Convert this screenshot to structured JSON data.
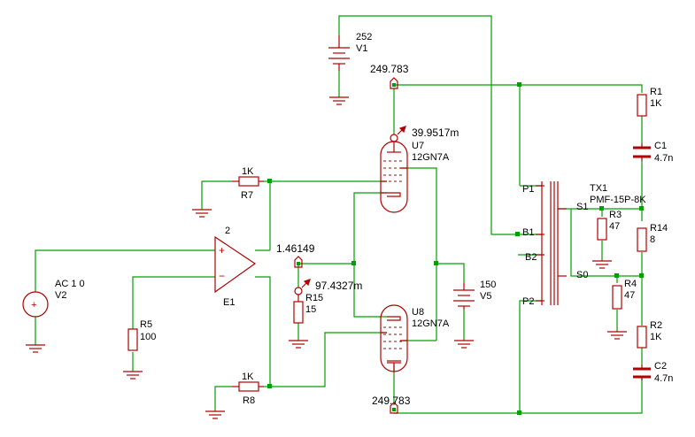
{
  "labels": {
    "v1_value": "252",
    "v1_name": "V1",
    "node_top": "249.783",
    "node_bottom": "249.783",
    "node_mid": "1.46149",
    "probe_u7": "39.9517m",
    "probe_r15": "97.4327m",
    "u7_name": "U7",
    "u7_type": "12GN7A",
    "u8_name": "U8",
    "u8_type": "12GN7A",
    "r7_value": "1K",
    "r7_name": "R7",
    "r8_value": "1K",
    "r8_name": "R8",
    "e1_pin": "2",
    "e1_name": "E1",
    "v2_value": "AC 1 0",
    "v2_name": "V2",
    "r5_name": "R5",
    "r5_value": "100",
    "r15_name": "R15",
    "r15_value": "15",
    "v5_value": "150",
    "v5_name": "V5",
    "tx1_name": "TX1",
    "tx1_type": "PMF-15P-8K",
    "p1": "P1",
    "b1": "B1",
    "b2": "B2",
    "p2": "P2",
    "s1": "S1",
    "s0": "S0",
    "r1_name": "R1",
    "r1_value": "1K",
    "c1_name": "C1",
    "c1_value": "4.7n",
    "r3_name": "R3",
    "r3_value": "47",
    "r14_name": "R14",
    "r14_value": "8",
    "r4_name": "R4",
    "r4_value": "47",
    "r2_name": "R2",
    "r2_value": "1K",
    "c2_name": "C2",
    "c2_value": "4.7n"
  },
  "colors": {
    "wire": "#00a000",
    "component": "#b00000",
    "text": "#000000"
  }
}
